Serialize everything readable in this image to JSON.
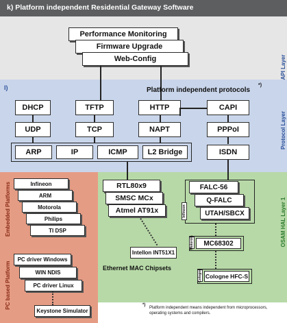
{
  "title": "k)  Platform independent Residential Gateway Software",
  "api_layer": {
    "label": "API Layer",
    "boxes": [
      "Performance Monitoring",
      "Firmware Upgrade",
      "Web-Config"
    ]
  },
  "protocol_layer": {
    "label": "Protocol Layer",
    "corner": "l)",
    "heading": "Platform independent protocols",
    "heading_mark": "*)",
    "row1": [
      "DHCP",
      "TFTP",
      "HTTP",
      "CAPI"
    ],
    "row2": [
      "UDP",
      "TCP",
      "NAPT",
      "PPPoI"
    ],
    "row3": [
      "ARP",
      "IP",
      "ICMP",
      "L2 Bridge"
    ],
    "isdn": "ISDN"
  },
  "embedded": {
    "label": "Embedded Platforms",
    "items": [
      "Infineon",
      "ARM",
      "Motorola",
      "Philips",
      "TI DSP"
    ]
  },
  "pc": {
    "label": "PC based Platform",
    "items": [
      "PC driver Windows",
      "WIN NDIS",
      "PC driver Linux"
    ],
    "simulator": "Keystone Simulator"
  },
  "hal": {
    "label": "OSAM HAL Layer 1",
    "eth_chips": [
      "RTL80x9",
      "SMSC MCx",
      "Atmel AT91x"
    ],
    "intellon": "Intellon INT51X1",
    "eth_caption": "Ethernet MAC Chipsets",
    "falc": [
      "FALC-56",
      "Q-FALC",
      "UTAH/SBCX"
    ],
    "infineon_tag": "Infineon",
    "mc": "MC68302",
    "motorola_tag": "Motorola",
    "cologne": "Cologne HFC-S",
    "cologne_tag": "Cologne"
  },
  "footnote": {
    "mark": "*)",
    "text": "Platform independent means independent from microprocessors, operating systems and compilers."
  },
  "colors": {
    "header": "#5d5e60",
    "api_band": "#e6e6e6",
    "protocol_band": "#c9d5ea",
    "embedded_band": "#e59c84",
    "hal_band": "#b7d9a7",
    "label_blue": "#2a4f9a",
    "label_green": "#2d7a2e",
    "label_red": "#8a2b16"
  }
}
